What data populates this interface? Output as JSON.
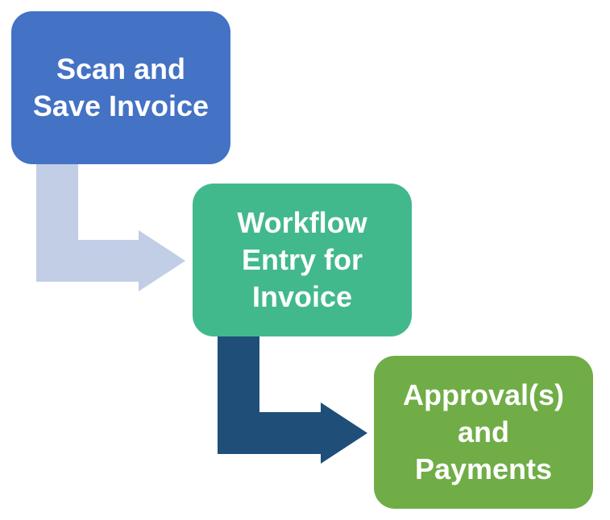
{
  "steps": [
    {
      "label": "Scan and\nSave Invoice",
      "color": "#4472C4"
    },
    {
      "label": "Workflow\nEntry for\nInvoice",
      "color": "#42B98C"
    },
    {
      "label": "Approval(s)\nand\nPayments",
      "color": "#70AD47"
    }
  ],
  "connectors": [
    {
      "from": "steps.0",
      "to": "steps.1",
      "color": "#C2CDE6"
    },
    {
      "from": "steps.1",
      "to": "steps.2",
      "color": "#1F4E79"
    }
  ]
}
